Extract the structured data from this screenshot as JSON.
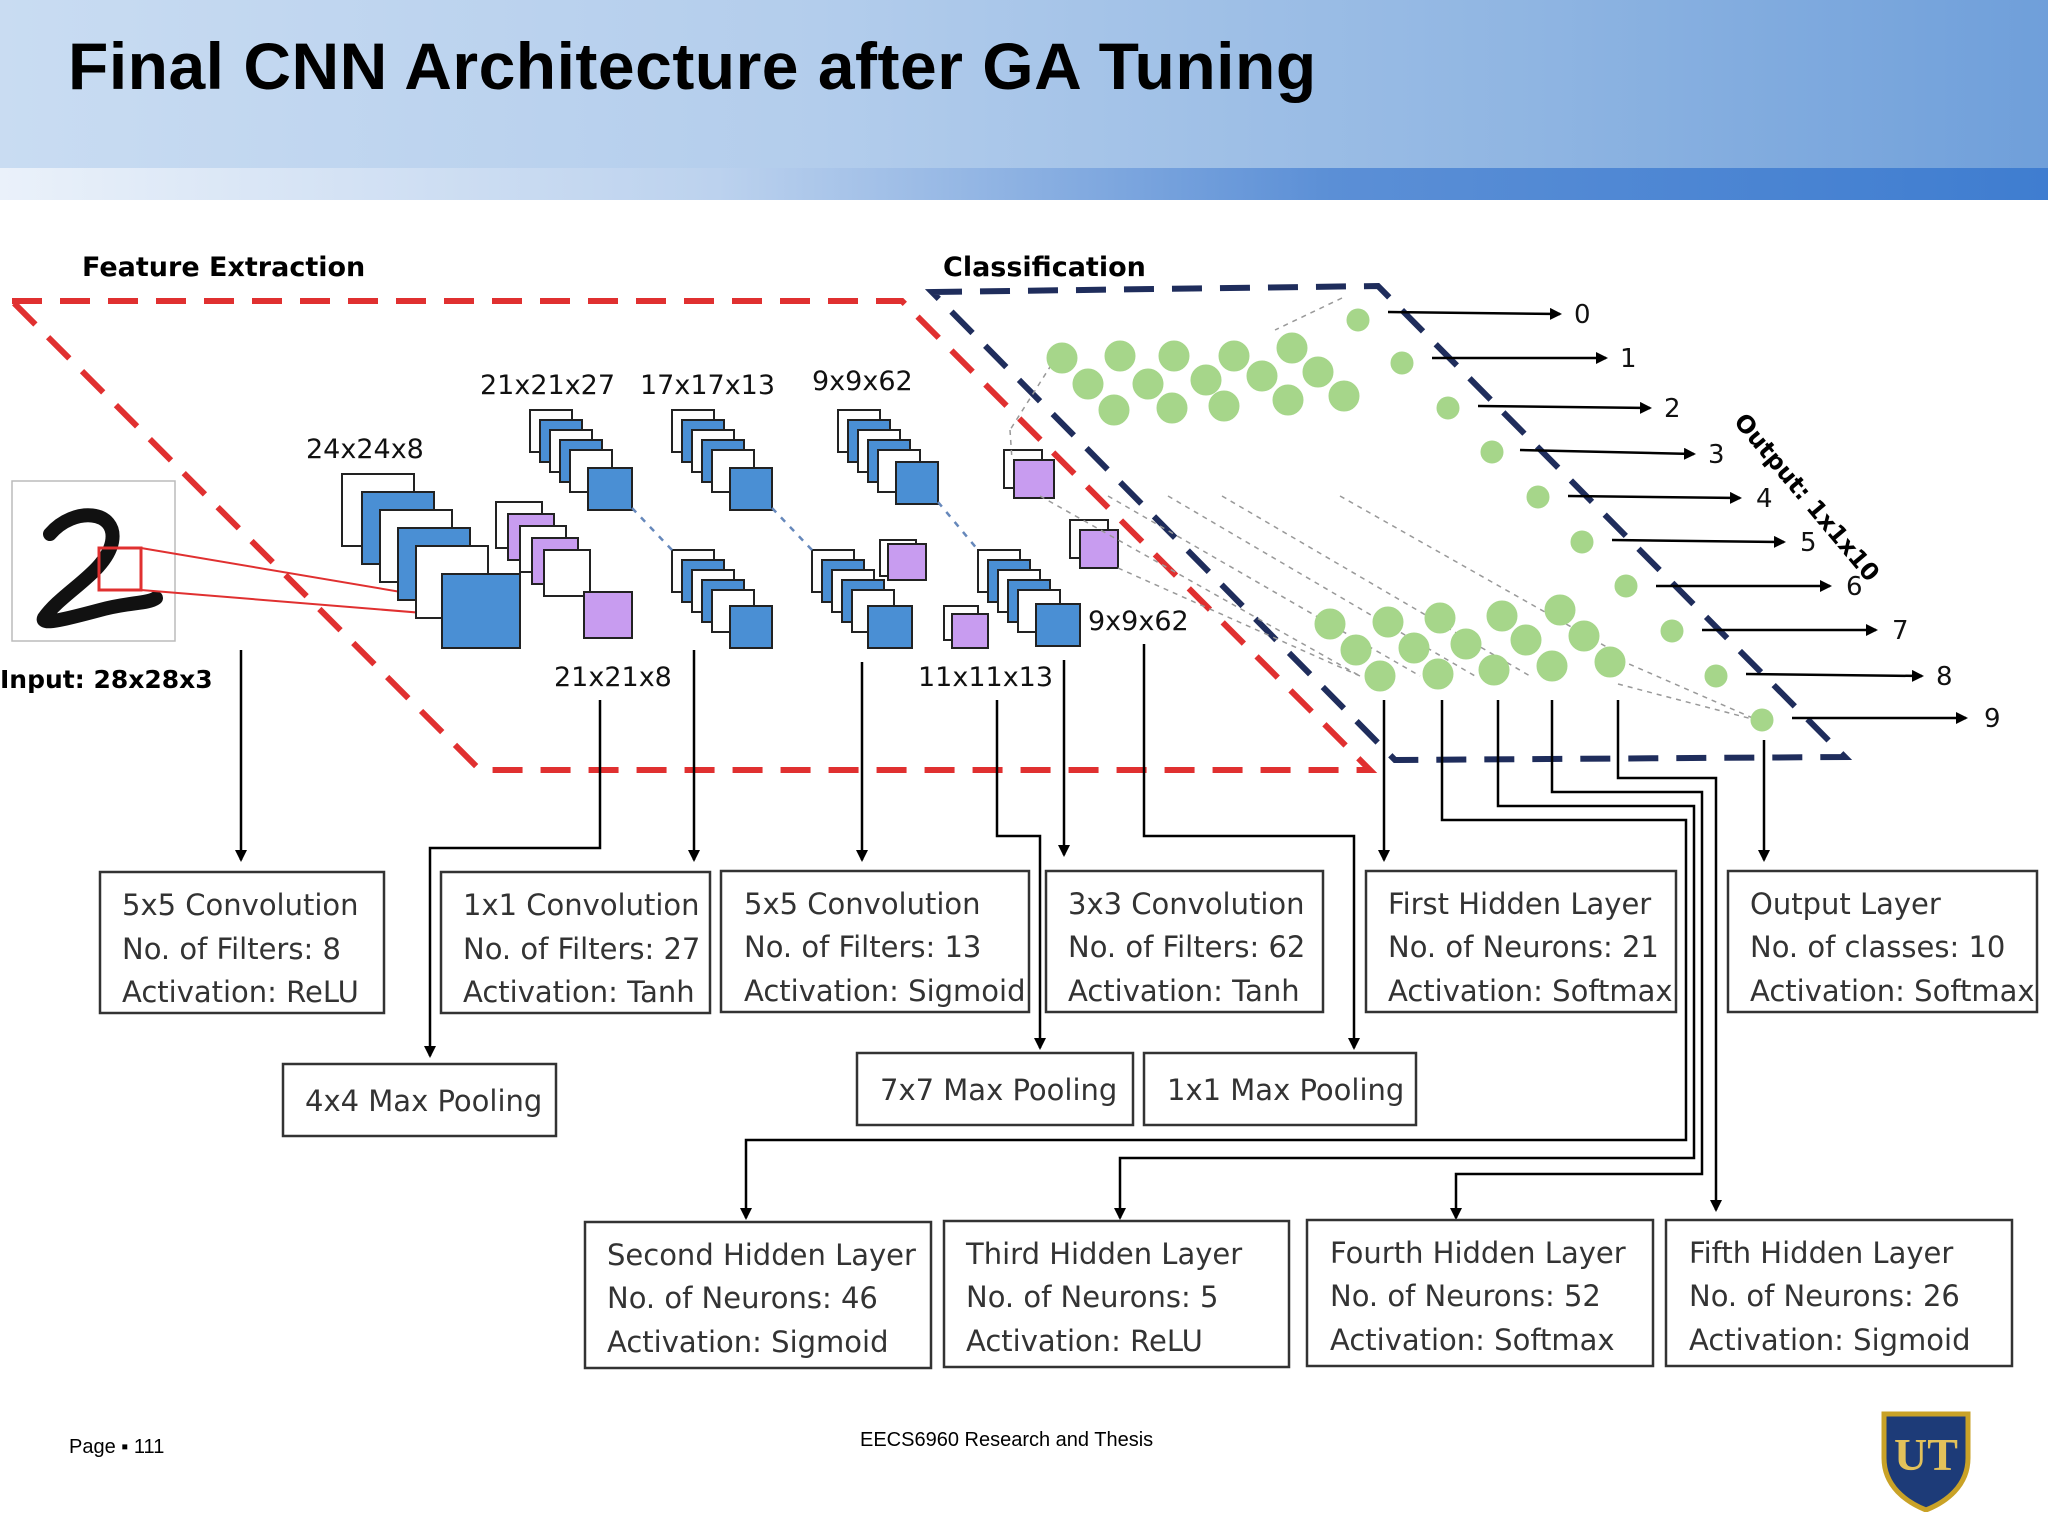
{
  "title": "Final CNN Architecture after GA Tuning",
  "sections": {
    "feature_extraction": "Feature Extraction",
    "classification": "Classification"
  },
  "input_label": "Input: 28x28x3",
  "tensor_labels": {
    "t1": "24x24x8",
    "t2": "21x21x27",
    "t3": "17x17x13",
    "t4": "9x9x62",
    "t5": "21x21x8",
    "t6": "11x11x13",
    "t7": "9x9x62"
  },
  "output_label": "Output: 1x1x10",
  "output_classes": [
    "0",
    "1",
    "2",
    "3",
    "4",
    "5",
    "6",
    "7",
    "8",
    "9"
  ],
  "layer_boxes": {
    "conv1": [
      "5x5 Convolution",
      "No. of Filters: 8",
      "Activation: ReLU"
    ],
    "conv2": [
      "1x1 Convolution",
      "No. of Filters: 27",
      "Activation: Tanh"
    ],
    "conv3": [
      "5x5 Convolution",
      "No. of Filters: 13",
      "Activation: Sigmoid"
    ],
    "conv4": [
      "3x3 Convolution",
      "No. of Filters: 62",
      "Activation: Tanh"
    ],
    "hidden1": [
      "First Hidden Layer",
      "No. of Neurons: 21",
      "Activation: Softmax"
    ],
    "output": [
      "Output Layer",
      "No. of classes: 10",
      "Activation: Softmax"
    ],
    "pool1": [
      "4x4 Max Pooling"
    ],
    "pool2": [
      "7x7 Max Pooling"
    ],
    "pool3": [
      "1x1 Max Pooling"
    ],
    "hidden2": [
      "Second Hidden Layer",
      "No. of Neurons: 46",
      "Activation: Sigmoid"
    ],
    "hidden3": [
      "Third Hidden Layer",
      "No. of Neurons: 5",
      "Activation: ReLU"
    ],
    "hidden4": [
      "Fourth Hidden Layer",
      "No. of Neurons: 52",
      "Activation: Softmax"
    ],
    "hidden5": [
      "Fifth Hidden Layer",
      "No. of Neurons: 26",
      "Activation: Sigmoid"
    ]
  },
  "footer": {
    "page": "Page ▪ 111",
    "course": "EECS6960 Research and Thesis"
  },
  "logo_text": "UT",
  "colors": {
    "feature_border": "#e03030",
    "class_border": "#1f2d5c",
    "map_blue": "#4a8fd4",
    "map_purple": "#c89cf0",
    "neuron": "#a6d68a",
    "arrow": "#000000"
  }
}
